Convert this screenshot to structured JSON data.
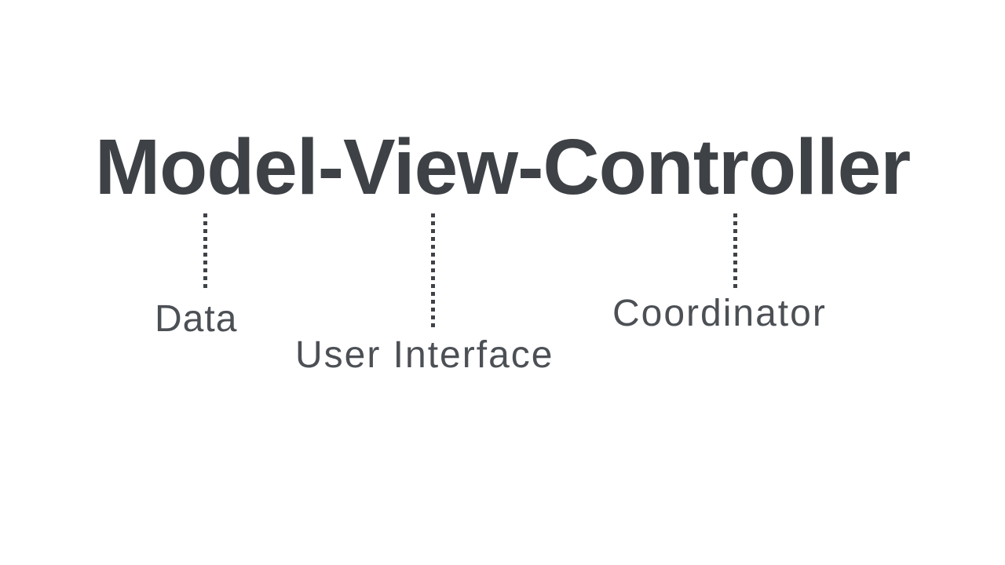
{
  "diagram": {
    "title": "Model-View-Controller",
    "components": {
      "model": {
        "name": "Model",
        "annotation": "Data"
      },
      "view": {
        "name": "View",
        "annotation": "User Interface"
      },
      "controller": {
        "name": "Controller",
        "annotation": "Coordinator"
      }
    }
  },
  "colors": {
    "background": "#ffffff",
    "title_text": "#3e4246",
    "annotation_text": "#4c5055",
    "connector": "#3f4347"
  }
}
